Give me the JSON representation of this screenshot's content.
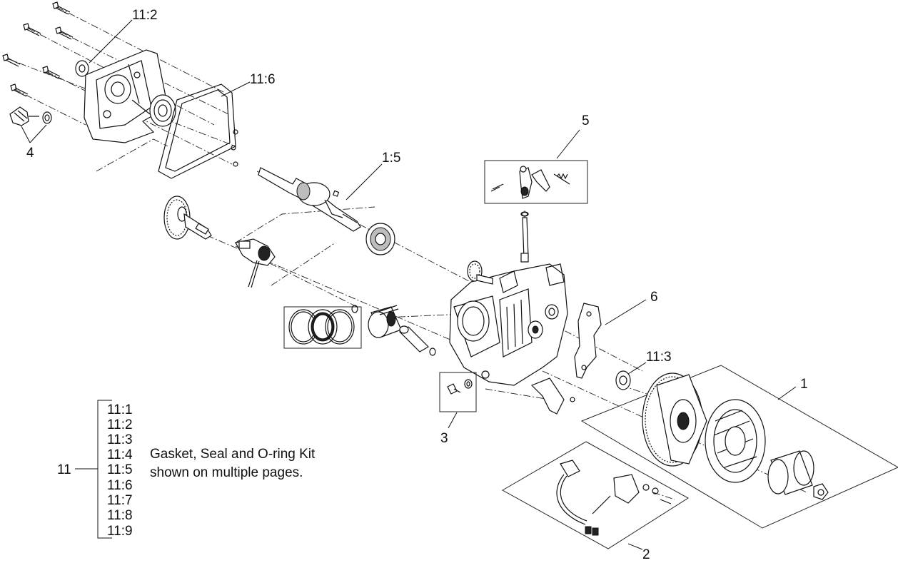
{
  "callouts": {
    "c1": "1",
    "c2": "2",
    "c3": "3",
    "c4": "4",
    "c5": "5",
    "c6": "6",
    "c11_2": "11:2",
    "c11_6": "11:6",
    "c1_5": "1:5",
    "c11_3": "11:3"
  },
  "kit": {
    "number": "11",
    "items": [
      "11:1",
      "11:2",
      "11:3",
      "11:4",
      "11:5",
      "11:6",
      "11:7",
      "11:8",
      "11:9"
    ],
    "description_line1": "Gasket, Seal and O-ring Kit",
    "description_line2": "shown on multiple pages."
  }
}
